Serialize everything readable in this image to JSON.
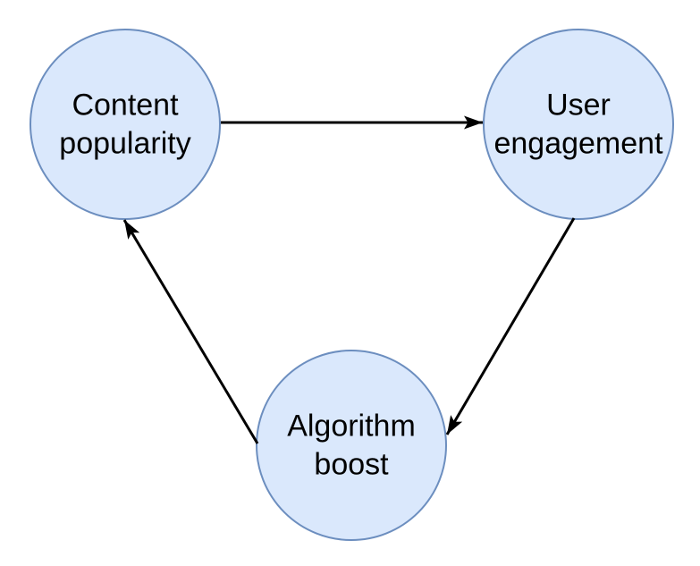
{
  "diagram": {
    "type": "cycle-diagram",
    "background_color": "#ffffff",
    "node_fill_color": "#dae8fc",
    "node_border_color": "#6c8ebf",
    "edge_color": "#000000",
    "text_color": "#000000",
    "nodes": [
      {
        "id": "content-popularity",
        "label": "Content popularity",
        "shape": "circle"
      },
      {
        "id": "user-engagement",
        "label": "User engagement",
        "shape": "circle"
      },
      {
        "id": "algorithm-boost",
        "label": "Algorithm boost",
        "shape": "circle"
      }
    ],
    "edges": [
      {
        "from": "Content popularity",
        "to": "User engagement",
        "arrowhead": "filled-triangle"
      },
      {
        "from": "User engagement",
        "to": "Algorithm boost",
        "arrowhead": "filled-triangle"
      },
      {
        "from": "Algorithm boost",
        "to": "Content popularity",
        "arrowhead": "filled-triangle"
      }
    ]
  }
}
